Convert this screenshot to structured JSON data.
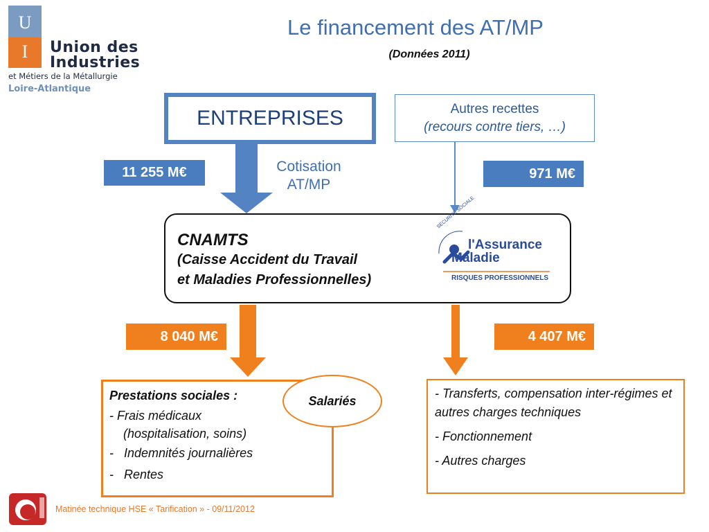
{
  "logo": {
    "letter_u": "U",
    "letter_i": "I",
    "name_line1": "Union des",
    "name_line2": "Industries",
    "subtitle": "et Métiers de la Métallurgie",
    "region": "Loire-Atlantique"
  },
  "title": "Le financement des AT/MP",
  "subtitle": "(Données 2011)",
  "nodes": {
    "entreprises": "ENTREPRISES",
    "autres_recettes": {
      "line1": "Autres recettes",
      "line2": "(recours contre tiers, …)"
    },
    "cotisation": {
      "line1": "Cotisation",
      "line2": "AT/MP"
    },
    "cnamts": {
      "line1": "CNAMTS",
      "line2": "(Caisse Accident du Travail",
      "line3": "et Maladies Professionnelles)"
    },
    "assurance_logo": {
      "line1": "l'Assurance",
      "line2": "Maladie",
      "line3": "RISQUES PROFESSIONNELS",
      "arc": "SÉCURITÉ SOCIALE"
    },
    "salaries": "Salariés",
    "prestations": {
      "heading": "Prestations sociales :",
      "item1": "- Frais médicaux",
      "item1b": "(hospitalisation, soins)",
      "item2_dash": "-",
      "item2": "Indemnités journalières",
      "item3_dash": "-",
      "item3": "Rentes"
    },
    "transferts": {
      "item1": "- Transferts, compensation inter-régimes et autres charges techniques",
      "item2": "- Fonctionnement",
      "item3": "- Autres charges"
    }
  },
  "amounts": {
    "entreprises": "11 255 M€",
    "autres": "971 M€",
    "prestations": "8 040 M€",
    "transferts": "4 407 M€"
  },
  "footer": "Matinée technique HSE « Tarification » - 09/11/2012",
  "colors": {
    "blue": "#4a7cc0",
    "blue_dark": "#3f6fae",
    "orange": "#f0801e"
  }
}
